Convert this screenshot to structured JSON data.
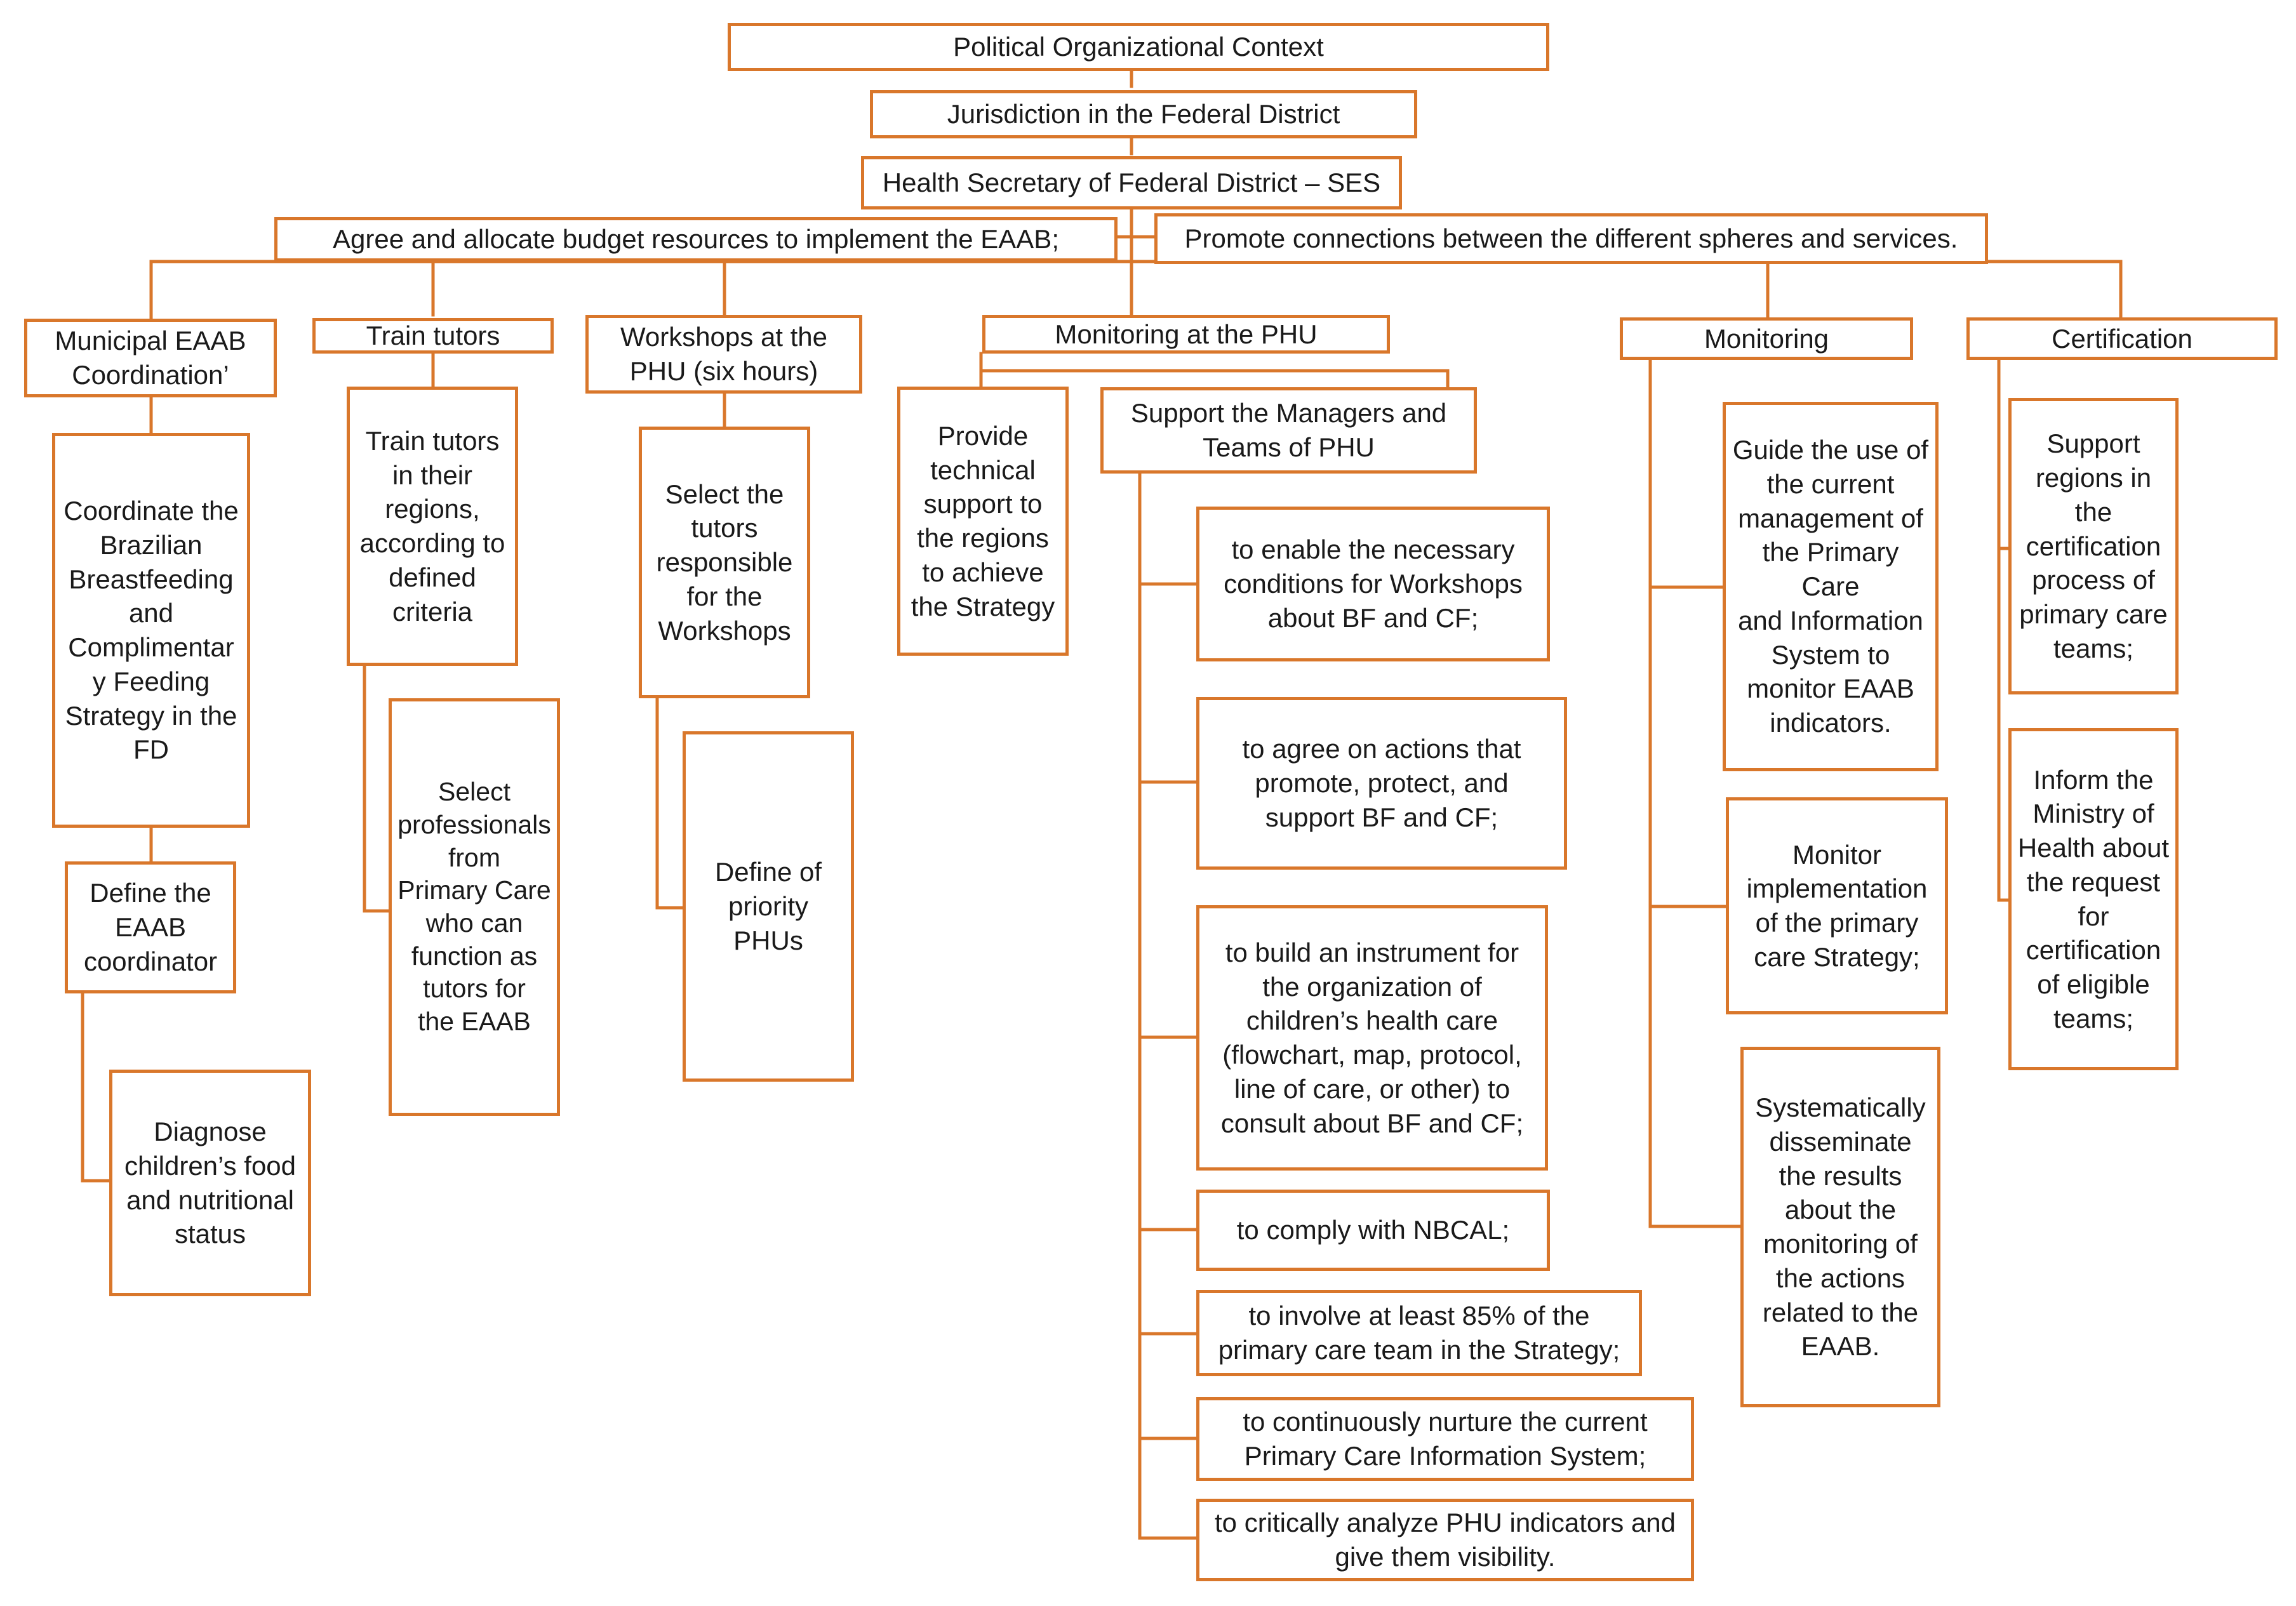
{
  "colors": {
    "line": "#D9772B",
    "text": "#1a1a1a",
    "background": "#ffffff"
  },
  "top": {
    "context": "Political Organizational Context",
    "jurisdiction": "Jurisdiction in the Federal District",
    "secretary": "Health Secretary of Federal District – SES",
    "budget": "Agree and allocate budget resources to implement the EAAB;",
    "connections": "Promote connections between the different spheres and services."
  },
  "municipal": {
    "head": "Municipal EAAB\nCoordination’",
    "coordinate": "Coordinate the\nBrazilian\nBreastfeeding\nand\nComplimentar\ny Feeding\nStrategy in the\nFD",
    "define": "Define the\nEAAB\ncoordinator",
    "diagnose": "Diagnose\nchildren’s food\nand nutritional\nstatus"
  },
  "tutors": {
    "head": "Train tutors",
    "train": "Train tutors\nin their\nregions,\naccording to\ndefined\ncriteria",
    "select": "Select\nprofessionals\nfrom\nPrimary Care\nwho can\nfunction as\ntutors for\nthe EAAB"
  },
  "workshops": {
    "head": "Workshops at the\nPHU (six hours)",
    "select": "Select the\ntutors\nresponsible\nfor the\nWorkshops",
    "define": "Define of\npriority\nPHUs"
  },
  "phu": {
    "head": "Monitoring at the PHU",
    "technical": "Provide\ntechnical\nsupport to\nthe regions\nto achieve\nthe Strategy",
    "support": "Support the Managers and\nTeams of PHU",
    "items": [
      "to enable the necessary\nconditions for Workshops\nabout BF and CF;",
      "to agree on actions that\npromote, protect, and\nsupport BF and CF;",
      "to build an instrument for\nthe organization of\nchildren’s health care\n(flowchart, map, protocol,\nline of care, or other) to\nconsult about BF and CF;",
      "to comply with NBCAL;",
      "to involve at least 85% of the\nprimary care team in the Strategy;",
      "to continuously nurture the current\nPrimary Care Information System;",
      "to critically analyze PHU indicators and\ngive them visibility."
    ]
  },
  "monitoring": {
    "head": "Monitoring",
    "items": [
      "Guide the use of\nthe current\nmanagement of\nthe Primary Care\nand Information\nSystem to\nmonitor EAAB\nindicators.",
      "Monitor\nimplementation\nof the primary\ncare Strategy;",
      "Systematically\ndisseminate\nthe results\nabout the\nmonitoring of\nthe actions\nrelated to the\nEAAB."
    ]
  },
  "certification": {
    "head": "Certification",
    "items": [
      "Support\nregions in\nthe\ncertification\nprocess of\nprimary care\nteams;",
      "Inform the\nMinistry of\nHealth about\nthe request\nfor\ncertification\nof eligible\nteams;"
    ]
  }
}
